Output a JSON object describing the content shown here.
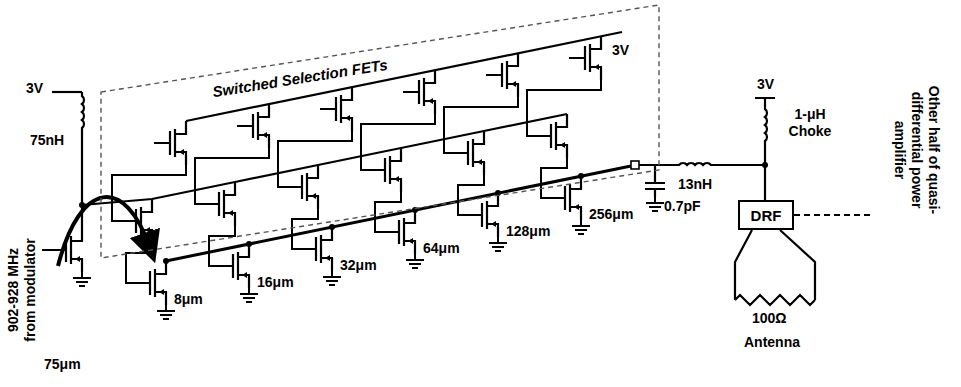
{
  "diagram": {
    "nodes": [
      {
        "text": [
          "Switched Selection FETs"
        ]
      },
      {
        "text": [
          "DRF"
        ]
      }
    ],
    "labels": [
      "3V",
      "75nH",
      "902-928 MHz from modulator",
      "75μm",
      "8μm",
      "16μm",
      "32μm",
      "64μm",
      "128μm",
      "256μm",
      "3V",
      "0.7pF",
      "13nH",
      "3V",
      "1-μH Choke",
      "100Ω",
      "Antenna",
      "Other half of quasi-differential power amplifier"
    ]
  }
}
